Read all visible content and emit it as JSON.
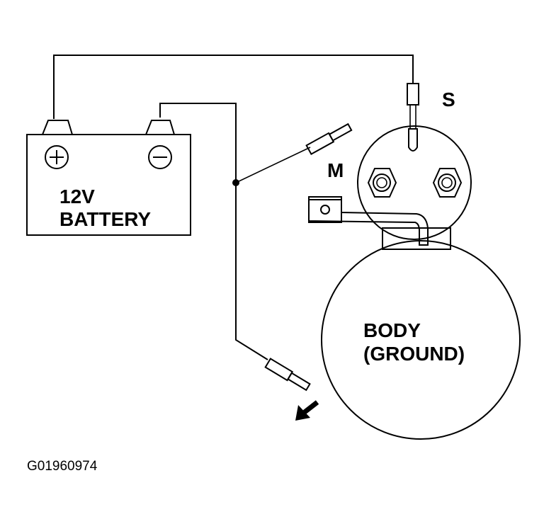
{
  "labels": {
    "battery_line1": "12V",
    "battery_line2": "BATTERY",
    "terminal_s": "S",
    "terminal_m": "M",
    "body_line1": "BODY",
    "body_line2": "(GROUND)",
    "figure_code": "G01960974"
  },
  "icons": {
    "battery_positive": "plus-symbol",
    "battery_negative": "minus-symbol",
    "direction": "arrow-down-left"
  }
}
